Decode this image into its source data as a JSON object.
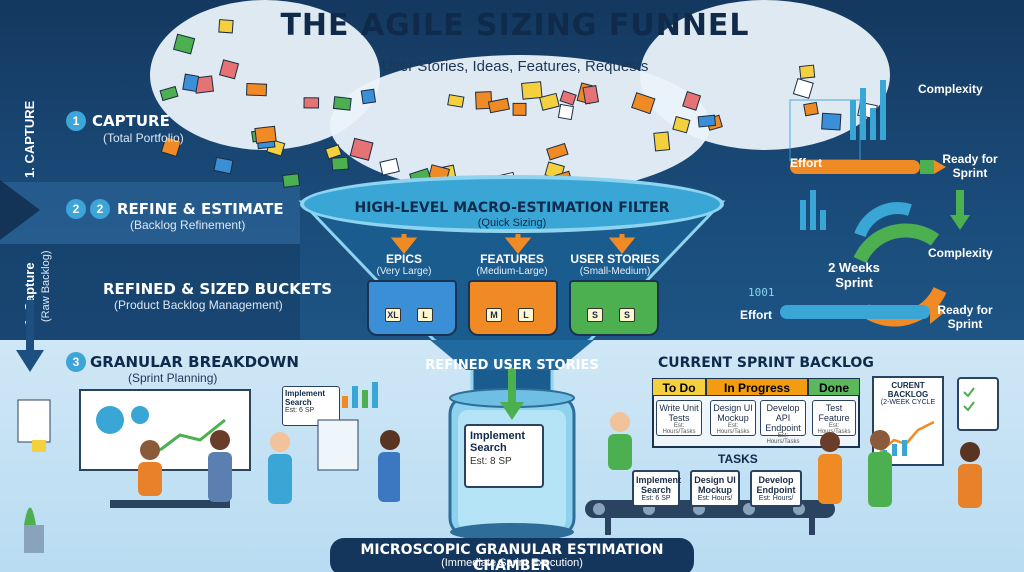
{
  "title": "THE AGILE SIZING FUNNEL",
  "subtitle": "User Stories, Ideas, Features, Requests",
  "side_labels": {
    "vertical_1": "1. CAPTURE",
    "vertical_2_title": "1. Capture",
    "vertical_2_sub": "(Raw Backlog)"
  },
  "steps": [
    {
      "num": "1",
      "title": "CAPTURE",
      "sub": "(Total Portfolio)"
    },
    {
      "num": "2",
      "num_badge": "2",
      "title": "REFINE & ESTIMATE",
      "sub": "(Backlog Refinement)"
    },
    {
      "title": "REFINED & SIZED BUCKETS",
      "sub": "(Product Backlog Management)"
    },
    {
      "num": "3",
      "title": "GRANULAR BREAKDOWN",
      "sub": "(Sprint Planning)"
    }
  ],
  "filter": {
    "label": "HIGH-LEVEL MACRO-ESTIMATION FILTER",
    "sub": "(Quick Sizing)"
  },
  "buckets": [
    {
      "label": "EPICS",
      "sub": "(Very Large)",
      "chips": [
        "XL",
        "L"
      ],
      "color": "#3b8fd6"
    },
    {
      "label": "FEATURES",
      "sub": "(Medium-Large)",
      "chips": [
        "M",
        "L"
      ],
      "color": "#f08a24"
    },
    {
      "label": "USER STORIES",
      "sub": "(Small-Medium)",
      "chips": [
        "S",
        "S"
      ],
      "color": "#4caf50"
    }
  ],
  "refined_label": "REFINED USER STORIES",
  "chamber_card": {
    "title": "Implement Search",
    "est": "Est: 8 SP"
  },
  "planning_card": {
    "title": "Implement Search",
    "est": "Est: 6 SP"
  },
  "chamber": {
    "label": "MICROSCOPIC GRANULAR ESTIMATION CHAMBER",
    "sub": "(Immediate Sprint Execution)"
  },
  "right_flow": {
    "complexity_1": "Complexity",
    "effort_1": "Effort",
    "ready_1": "Ready for Sprint",
    "complexity_2": "Complexity",
    "cycle": "2 Weeks Sprint",
    "effort_2": "Effort",
    "ready_2": "Ready for Sprint",
    "binary": "1001"
  },
  "sprint_backlog": {
    "title": "CURRENT SPRINT BACKLOG",
    "columns": [
      {
        "name": "To Do",
        "color": "#f4d03f"
      },
      {
        "name": "In Progress",
        "color": "#f39c12"
      },
      {
        "name": "Done",
        "color": "#5cb85c"
      }
    ],
    "cards": [
      {
        "title": "Write Unit Tests",
        "est": "Est: Hours/Tasks"
      },
      {
        "title": "Design UI Mockup",
        "est": "Est: Hours/Tasks"
      },
      {
        "title": "Develop API Endpoint",
        "est": "Est: Hours/Tasks"
      },
      {
        "title": "Test Feature",
        "est": "Est: Hours/Tasks"
      }
    ],
    "tasks_label": "TASKS",
    "tasks": [
      {
        "title": "Implement Search",
        "est": "Est: 6 SP"
      },
      {
        "title": "Design UI Mockup",
        "est": "Est: Hours/"
      },
      {
        "title": "Develop Endpoint",
        "est": "Est: Hours/"
      }
    ]
  },
  "easel": {
    "title": "CURENT BACKLOG",
    "sub": "(2-WEEK CYCLE"
  },
  "colors": {
    "navy": "#0f2a4a",
    "accent_blue": "#3aa6d6",
    "orange": "#f08a24",
    "green": "#4caf50"
  }
}
